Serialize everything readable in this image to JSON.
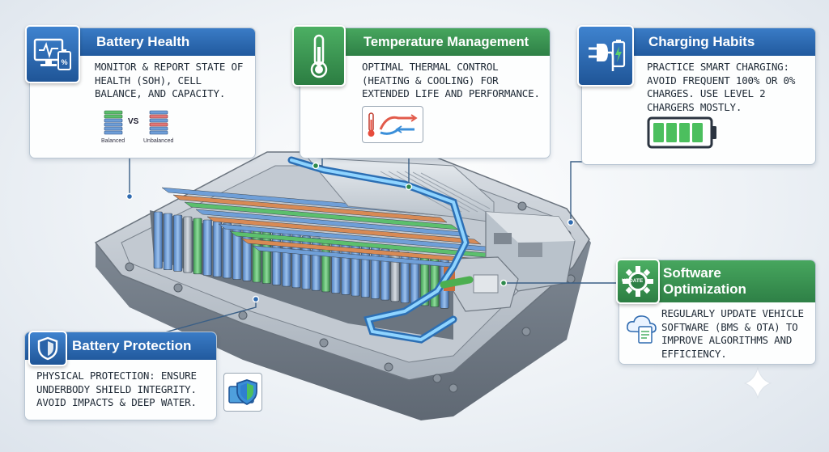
{
  "cards": {
    "battery_health": {
      "title": "Battery Health",
      "body": "MONITOR & REPORT STATE OF HEALTH (SoH), CELL BALANCE, AND CAPACITY.",
      "compare_left": "Balanced",
      "compare_vs": "VS",
      "compare_right": "Unbalanced"
    },
    "temperature": {
      "title": "Temperature Management",
      "body": "OPTIMAL THERMAL CONTROL (HEATING & COOLING) FOR EXTENDED LIFE AND PERFORMANCE."
    },
    "charging": {
      "title": "Charging Habits",
      "body": "PRACTICE SMART CHARGING: AVOID FREQUENT 100% OR 0% CHARGES. USE LEVEL 2 CHARGERS MOSTLY."
    },
    "software": {
      "title_line1": "Software",
      "title_line2": "Optimization",
      "badge": "UPDATE",
      "body": "REGULARLY UPDATE VEHICLE SOFTWARE (BMS & OTA) TO IMPROVE ALGORITHMS AND EFFICIENCY."
    },
    "protection": {
      "title": "Battery Protection",
      "body": "PHYSICAL PROTECTION: ENSURE UNDERBODY SHIELD INTEGRITY. AVOID IMPACTS & DEEP WATER."
    }
  },
  "icons": {
    "battery_health": "monitor-heart-battery-icon",
    "temperature": "thermometer-icon",
    "charging": "plug-battery-icon",
    "software": "gear-update-icon",
    "protection": "shield-icon"
  },
  "colors": {
    "blue_header": "#215a9e",
    "green_header": "#2e8046",
    "cell_blue": "#6f9fd8",
    "cell_green": "#5cbf6d",
    "busbar": "#d88a55",
    "coolant": "#4aa8e6"
  }
}
